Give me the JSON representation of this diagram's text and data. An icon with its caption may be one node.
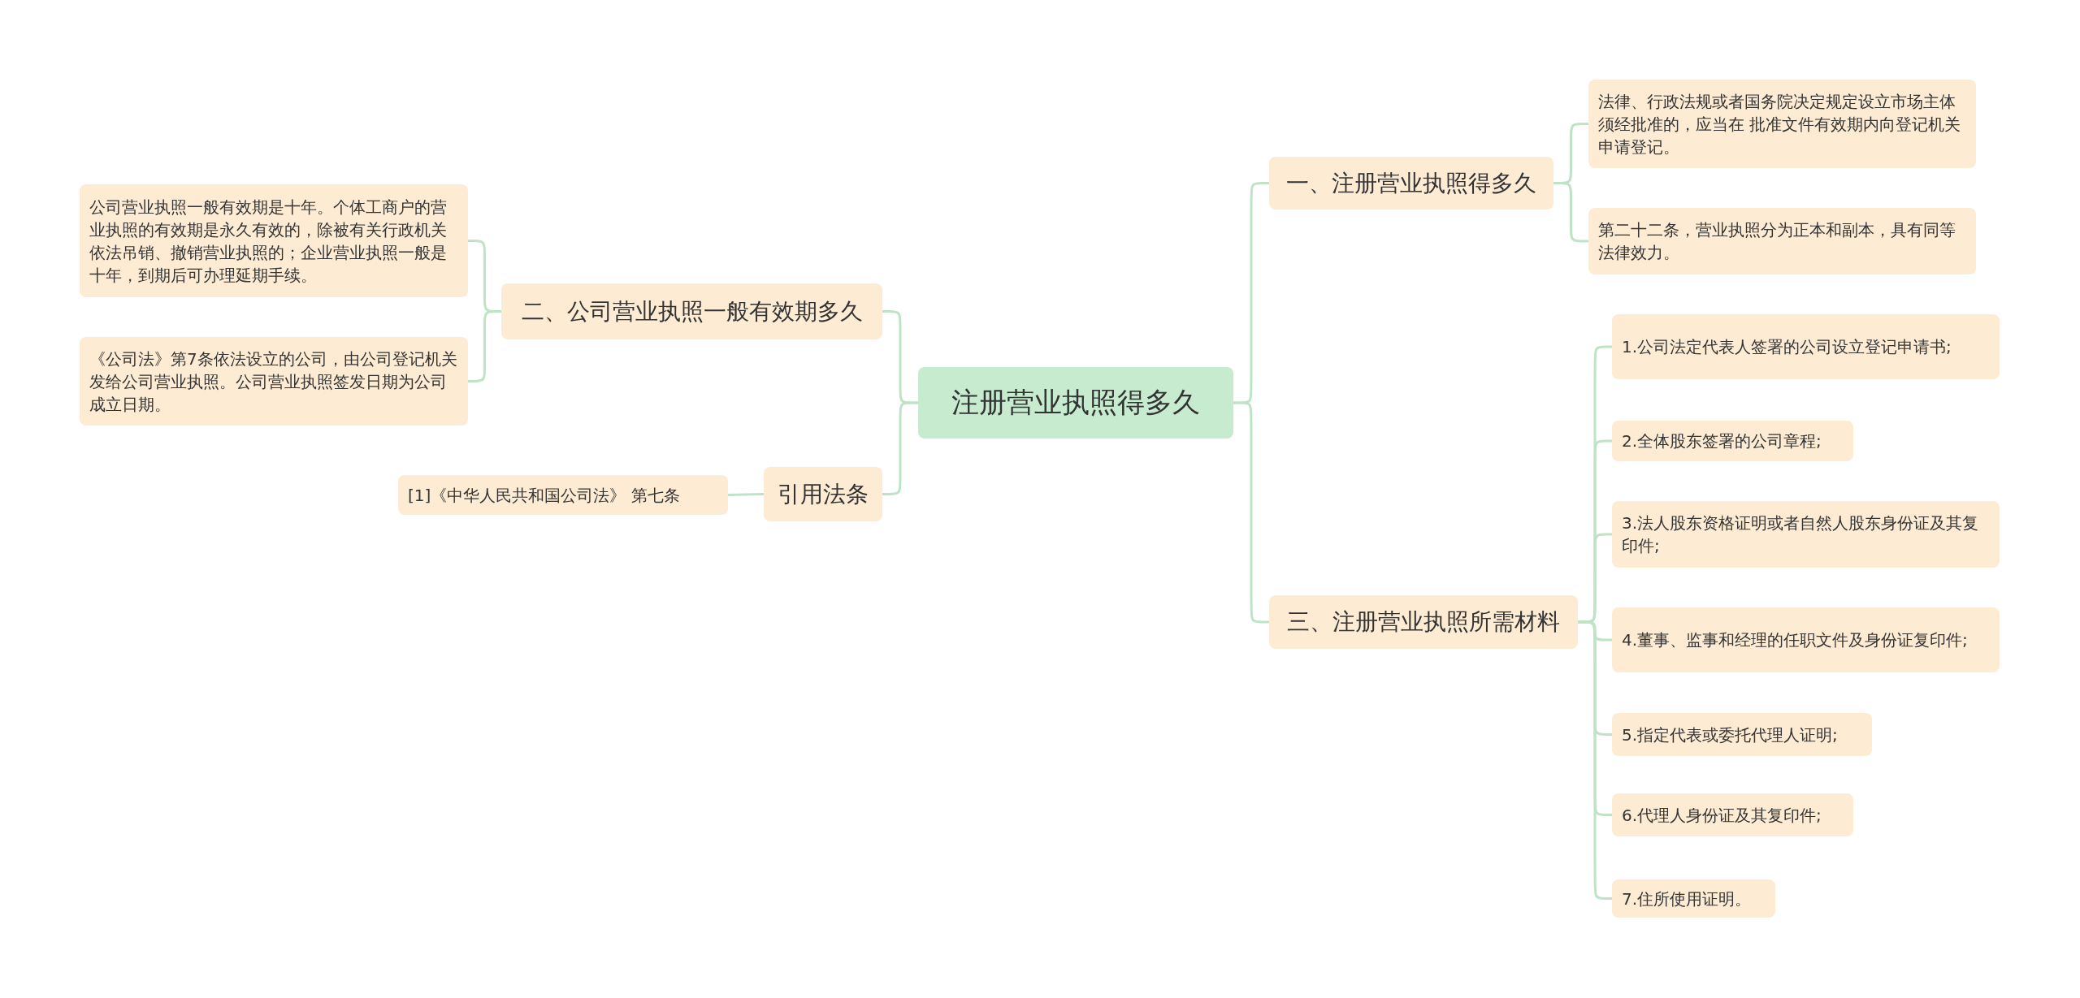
{
  "diagram": {
    "nodes": [
      {
        "text": [
          "注册营业执照得多久"
        ]
      },
      {
        "text": [
          "一、注册营业执照得多久"
        ]
      },
      {
        "text": [
          "法律、行政法规或者国务院决定规定设立市场主体须经批准的，应当在 批准文件有效期内向登记机关申请登记。"
        ]
      },
      {
        "text": [
          "第二十二条，营业执照分为正本和副本，具有同等法律效力。"
        ]
      },
      {
        "text": [
          "二、公司营业执照一般有效期多久"
        ]
      },
      {
        "text": [
          "公司营业执照一般有效期是十年。个体工商户的营业执照的有效期是永久有效的，除被有关行政机关依法吊销、撤销营业执照的；企业营业执照一般是十年，到期后可办理延期手续。"
        ]
      },
      {
        "text": [
          "《公司法》第7条依法设立的公司，由公司登记机关发给公司营业执照。公司营业执照签发日期为公司成立日期。"
        ]
      },
      {
        "text": [
          "引用法条"
        ]
      },
      {
        "text": [
          "[1]《中华人民共和国公司法》 第七条"
        ]
      },
      {
        "text": [
          "三、注册营业执照所需材料"
        ]
      },
      {
        "text": [
          "1.公司法定代表人签署的公司设立登记申请书;"
        ]
      },
      {
        "text": [
          "2.全体股东签署的公司章程;"
        ]
      },
      {
        "text": [
          "3.法人股东资格证明或者自然人股东身份证及其复印件;"
        ]
      },
      {
        "text": [
          "4.董事、监事和经理的任职文件及身份证复印件;"
        ]
      },
      {
        "text": [
          "5.指定代表或委托代理人证明;"
        ]
      },
      {
        "text": [
          "6.代理人身份证及其复印件;"
        ]
      },
      {
        "text": [
          "7.住所使用证明。"
        ]
      }
    ],
    "edges": [
      {
        "from": 0,
        "to": 1,
        "arrow": "none"
      },
      {
        "from": 1,
        "to": 2,
        "arrow": "none"
      },
      {
        "from": 1,
        "to": 3,
        "arrow": "none"
      },
      {
        "from": 0,
        "to": 4,
        "arrow": "none"
      },
      {
        "from": 4,
        "to": 5,
        "arrow": "none"
      },
      {
        "from": 4,
        "to": 6,
        "arrow": "none"
      },
      {
        "from": 0,
        "to": 7,
        "arrow": "none"
      },
      {
        "from": 7,
        "to": 8,
        "arrow": "none"
      },
      {
        "from": 0,
        "to": 9,
        "arrow": "none"
      },
      {
        "from": 9,
        "to": 10,
        "arrow": "none"
      },
      {
        "from": 9,
        "to": 11,
        "arrow": "none"
      },
      {
        "from": 9,
        "to": 12,
        "arrow": "none"
      },
      {
        "from": 9,
        "to": 13,
        "arrow": "none"
      },
      {
        "from": 9,
        "to": 14,
        "arrow": "none"
      },
      {
        "from": 9,
        "to": 15,
        "arrow": "none"
      },
      {
        "from": 9,
        "to": 16,
        "arrow": "none"
      }
    ]
  }
}
